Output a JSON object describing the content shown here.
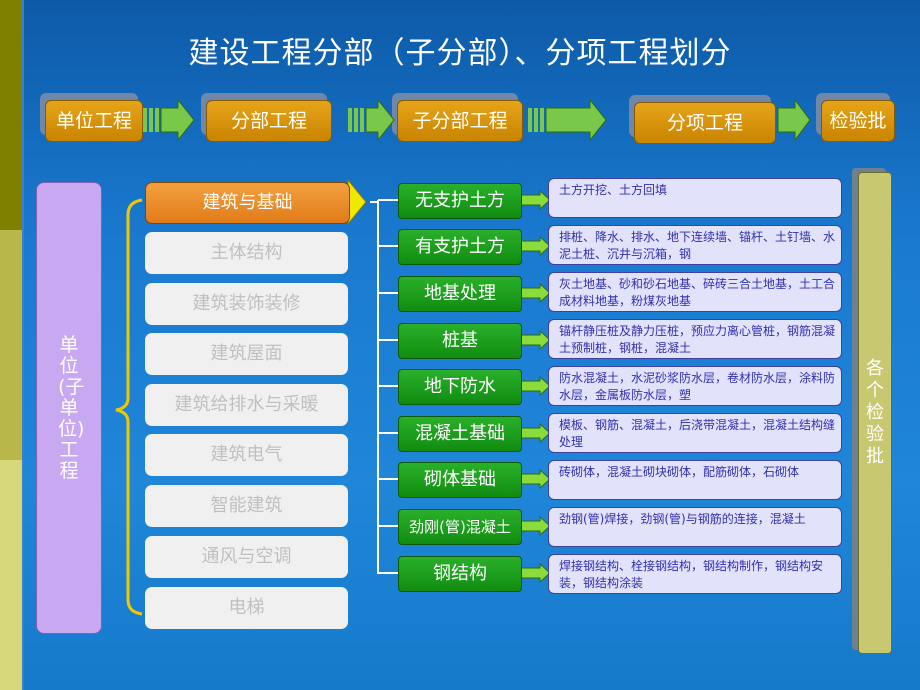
{
  "title": "建设工程分部（子分部）、分项工程划分",
  "flow": {
    "unit_project": "单位工程",
    "division": "分部工程",
    "subdivision": "子分部工程",
    "subitem": "分项工程",
    "inspection_lot": "检验批"
  },
  "left_panel": "单位(子单位)工程",
  "right_panel": "各个检验批",
  "divisions": [
    "建筑与基础",
    "主体结构",
    "建筑装饰装修",
    "建筑屋面",
    "建筑给排水与采暖",
    "建筑电气",
    "智能建筑",
    "通风与空调",
    "电梯"
  ],
  "subdivisions": [
    {
      "name": "无支护土方",
      "detail": "土方开挖、土方回填"
    },
    {
      "name": "有支护土方",
      "detail": "排桩、降水、排水、地下连续墙、锚杆、土钉墙、水泥土桩、沉井与沉箱，钢"
    },
    {
      "name": "地基处理",
      "detail": "灰土地基、砂和砂石地基、碎砖三合土地基，土工合成材料地基，粉煤灰地基"
    },
    {
      "name": "桩基",
      "detail": "锚杆静压桩及静力压桩，预应力离心管桩，钢筋混凝土预制桩，钢桩，混凝土"
    },
    {
      "name": "地下防水",
      "detail": "防水混凝土，水泥砂浆防水层，卷材防水层，涂料防水层，金属板防水层，塑"
    },
    {
      "name": "混凝土基础",
      "detail": "模板、钢筋、混凝土，后浇带混凝土，混凝土结构缝处理"
    },
    {
      "name": "砌体基础",
      "detail": "砖砌体，混凝土砌块砌体，配筋砌体，石砌体"
    },
    {
      "name": "劲刚(管)混凝土",
      "detail": "劲钢(管)焊接，劲钢(管)与钢筋的连接，混凝土"
    },
    {
      "name": "钢结构",
      "detail": "焊接钢结构、栓接钢结构，钢结构制作，钢结构安装，钢结构涂装"
    }
  ],
  "colors": {
    "background": "#1a7ad0",
    "flow_box": "#e6a41a",
    "active_division": "#f08c2a",
    "subitem": "#1ea01e",
    "detail_bg": "#e2e2fa",
    "left_panel": "#c8a8f0",
    "right_panel": "#c8c870",
    "accent_line": "#f0c000"
  }
}
